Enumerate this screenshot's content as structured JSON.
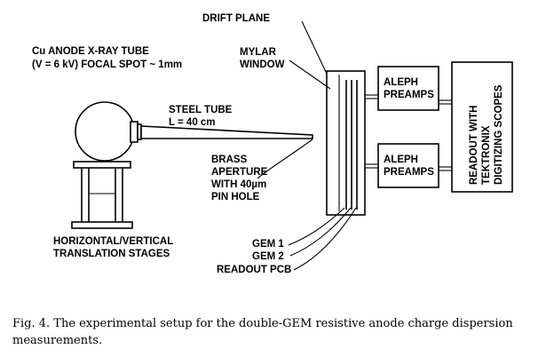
{
  "labels": {
    "xray_tube_line1": "Cu ANODE X-RAY TUBE",
    "xray_tube_line2": "(V = 6 kV) FOCAL SPOT ~ 1mm",
    "steel_tube_line1": "STEEL TUBE",
    "steel_tube_line2": "L = 40 cm",
    "brass_line1": "BRASS",
    "brass_line2": "APERTURE",
    "brass_line3": "WITH 40µm",
    "brass_line4": "PIN HOLE",
    "stages_line1": "HORIZONTAL/VERTICAL",
    "stages_line2": "TRANSLATION STAGES",
    "drift_plane": "DRIFT PLANE",
    "mylar_line1": "MYLAR",
    "mylar_line2": "WINDOW",
    "gem1": "GEM 1",
    "gem2": "GEM 2",
    "readout_pcb": "READOUT PCB",
    "preamp_top_line1": "ALEPH",
    "preamp_top_line2": "PREAMPS",
    "preamp_bottom_line1": "ALEPH",
    "preamp_bottom_line2": "PREAMPS",
    "readout_line1": "READOUT WITH",
    "readout_line2": "TEKTRONIX",
    "readout_line3": "DIGITIZING SCOPES"
  },
  "caption": "Fig. 4.  The experimental setup for the double-GEM resistive anode charge dispersion measurements."
}
